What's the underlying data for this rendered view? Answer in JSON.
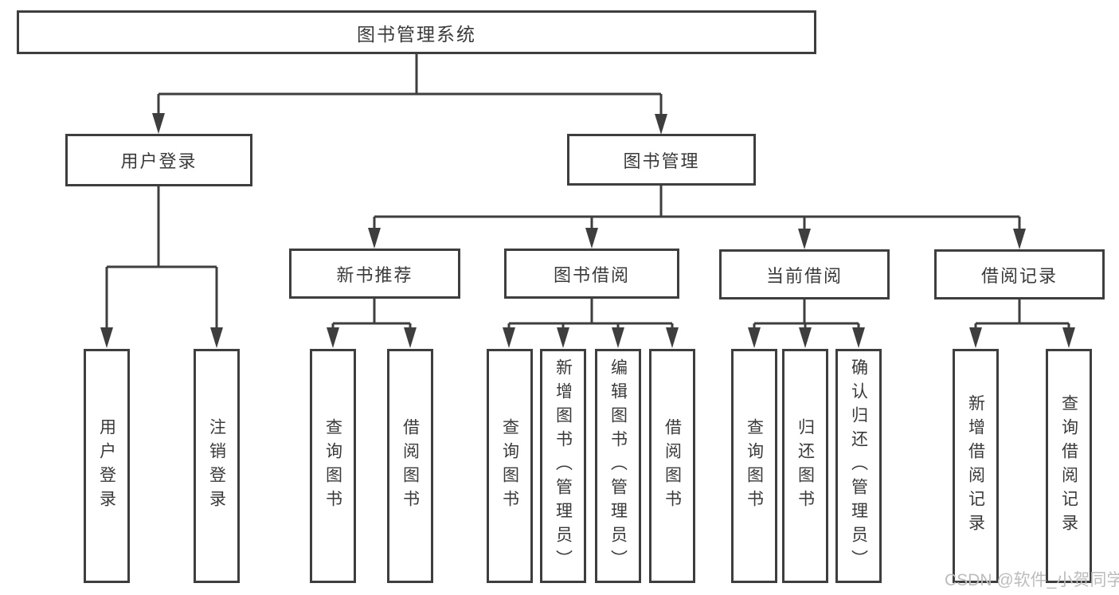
{
  "diagram": {
    "title": "图书管理系统",
    "watermark": "CSDN @软件_小贺同学",
    "colors": {
      "line": "#3e3e3e",
      "text": "#3a3a3a",
      "watermark_color": "#bcbcbc",
      "background": "#ffffff"
    },
    "nodes": {
      "root": {
        "label": "图书管理系统"
      },
      "level2": [
        {
          "id": "user-login",
          "label": "用户登录",
          "parent": "图书管理系统"
        },
        {
          "id": "book-management",
          "label": "图书管理",
          "parent": "图书管理系统"
        }
      ],
      "level3": [
        {
          "id": "new-book-recommend",
          "label": "新书推荐",
          "parent": "图书管理"
        },
        {
          "id": "book-borrowing",
          "label": "图书借阅",
          "parent": "图书管理"
        },
        {
          "id": "current-borrowing",
          "label": "当前借阅",
          "parent": "图书管理"
        },
        {
          "id": "borrowing-records",
          "label": "借阅记录",
          "parent": "图书管理"
        }
      ],
      "leaves": [
        {
          "id": "user-login-action",
          "label": "用户登录",
          "parent": "用户登录"
        },
        {
          "id": "logout-action",
          "label": "注销登录",
          "parent": "用户登录"
        },
        {
          "id": "query-books-recommend",
          "label": "查询图书",
          "parent": "新书推荐"
        },
        {
          "id": "borrow-books-recommend",
          "label": "借阅图书",
          "parent": "新书推荐"
        },
        {
          "id": "query-books-borrowing",
          "label": "查询图书",
          "parent": "图书借阅"
        },
        {
          "id": "add-books-admin",
          "label": "新增图书（管理员）",
          "parent": "图书借阅"
        },
        {
          "id": "edit-books-admin",
          "label": "编辑图书（管理员）",
          "parent": "图书借阅"
        },
        {
          "id": "borrow-books-borrowing",
          "label": "借阅图书",
          "parent": "图书借阅"
        },
        {
          "id": "query-books-current",
          "label": "查询图书",
          "parent": "当前借阅"
        },
        {
          "id": "return-books",
          "label": "归还图书",
          "parent": "当前借阅"
        },
        {
          "id": "confirm-return-admin",
          "label": "确认归还（管理员）",
          "parent": "当前借阅"
        },
        {
          "id": "add-borrow-record",
          "label": "新增借阅记录",
          "parent": "借阅记录"
        },
        {
          "id": "query-borrow-record",
          "label": "查询借阅记录",
          "parent": "借阅记录"
        }
      ]
    }
  }
}
